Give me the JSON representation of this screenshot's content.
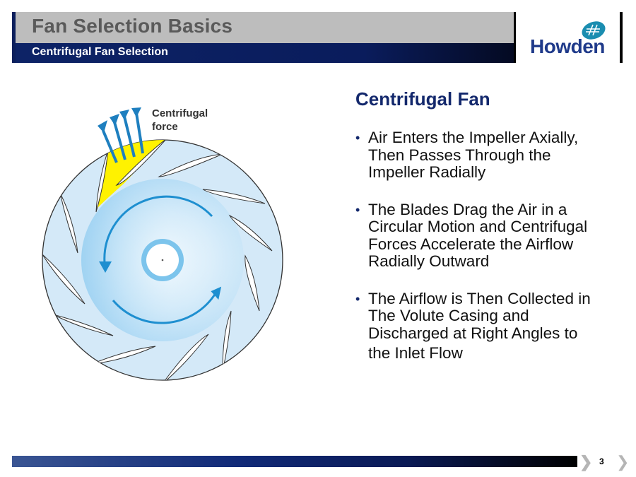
{
  "header": {
    "title": "Fan Selection Basics",
    "subtitle": "Centrifugal Fan Selection",
    "logo_text": "Howden",
    "logo_icon": "howden-emblem-icon"
  },
  "diagram": {
    "label_line1": "Centrifugal",
    "label_line2": "force",
    "colors": {
      "casing": "#d4e9f8",
      "highlight": "#fff200",
      "arrows": "#1e8fd0",
      "hub_ring": "#7cc4ec"
    },
    "blade_count": 12
  },
  "content": {
    "title": "Centrifugal Fan",
    "bullets": [
      {
        "bullet": "•",
        "text_lines": [
          "Air Enters the Impeller Axially,",
          "Then Passes Through the",
          "Impeller Radially"
        ]
      },
      {
        "bullet": "•",
        "text_lines": [
          "The Blades Drag the Air in a",
          "Circular Motion and Centrifugal",
          "Forces Accelerate the Airflow",
          "Radially Outward"
        ]
      },
      {
        "bullet": "•",
        "text_lines": [
          "The Airflow is Then Collected in",
          "The Volute Casing and",
          "Discharged at Right Angles to",
          "the Inlet Flow"
        ]
      }
    ]
  },
  "footer": {
    "page_number": "3",
    "prev_icon": "chevron-right-icon",
    "next_icon": "chevron-right-icon"
  }
}
